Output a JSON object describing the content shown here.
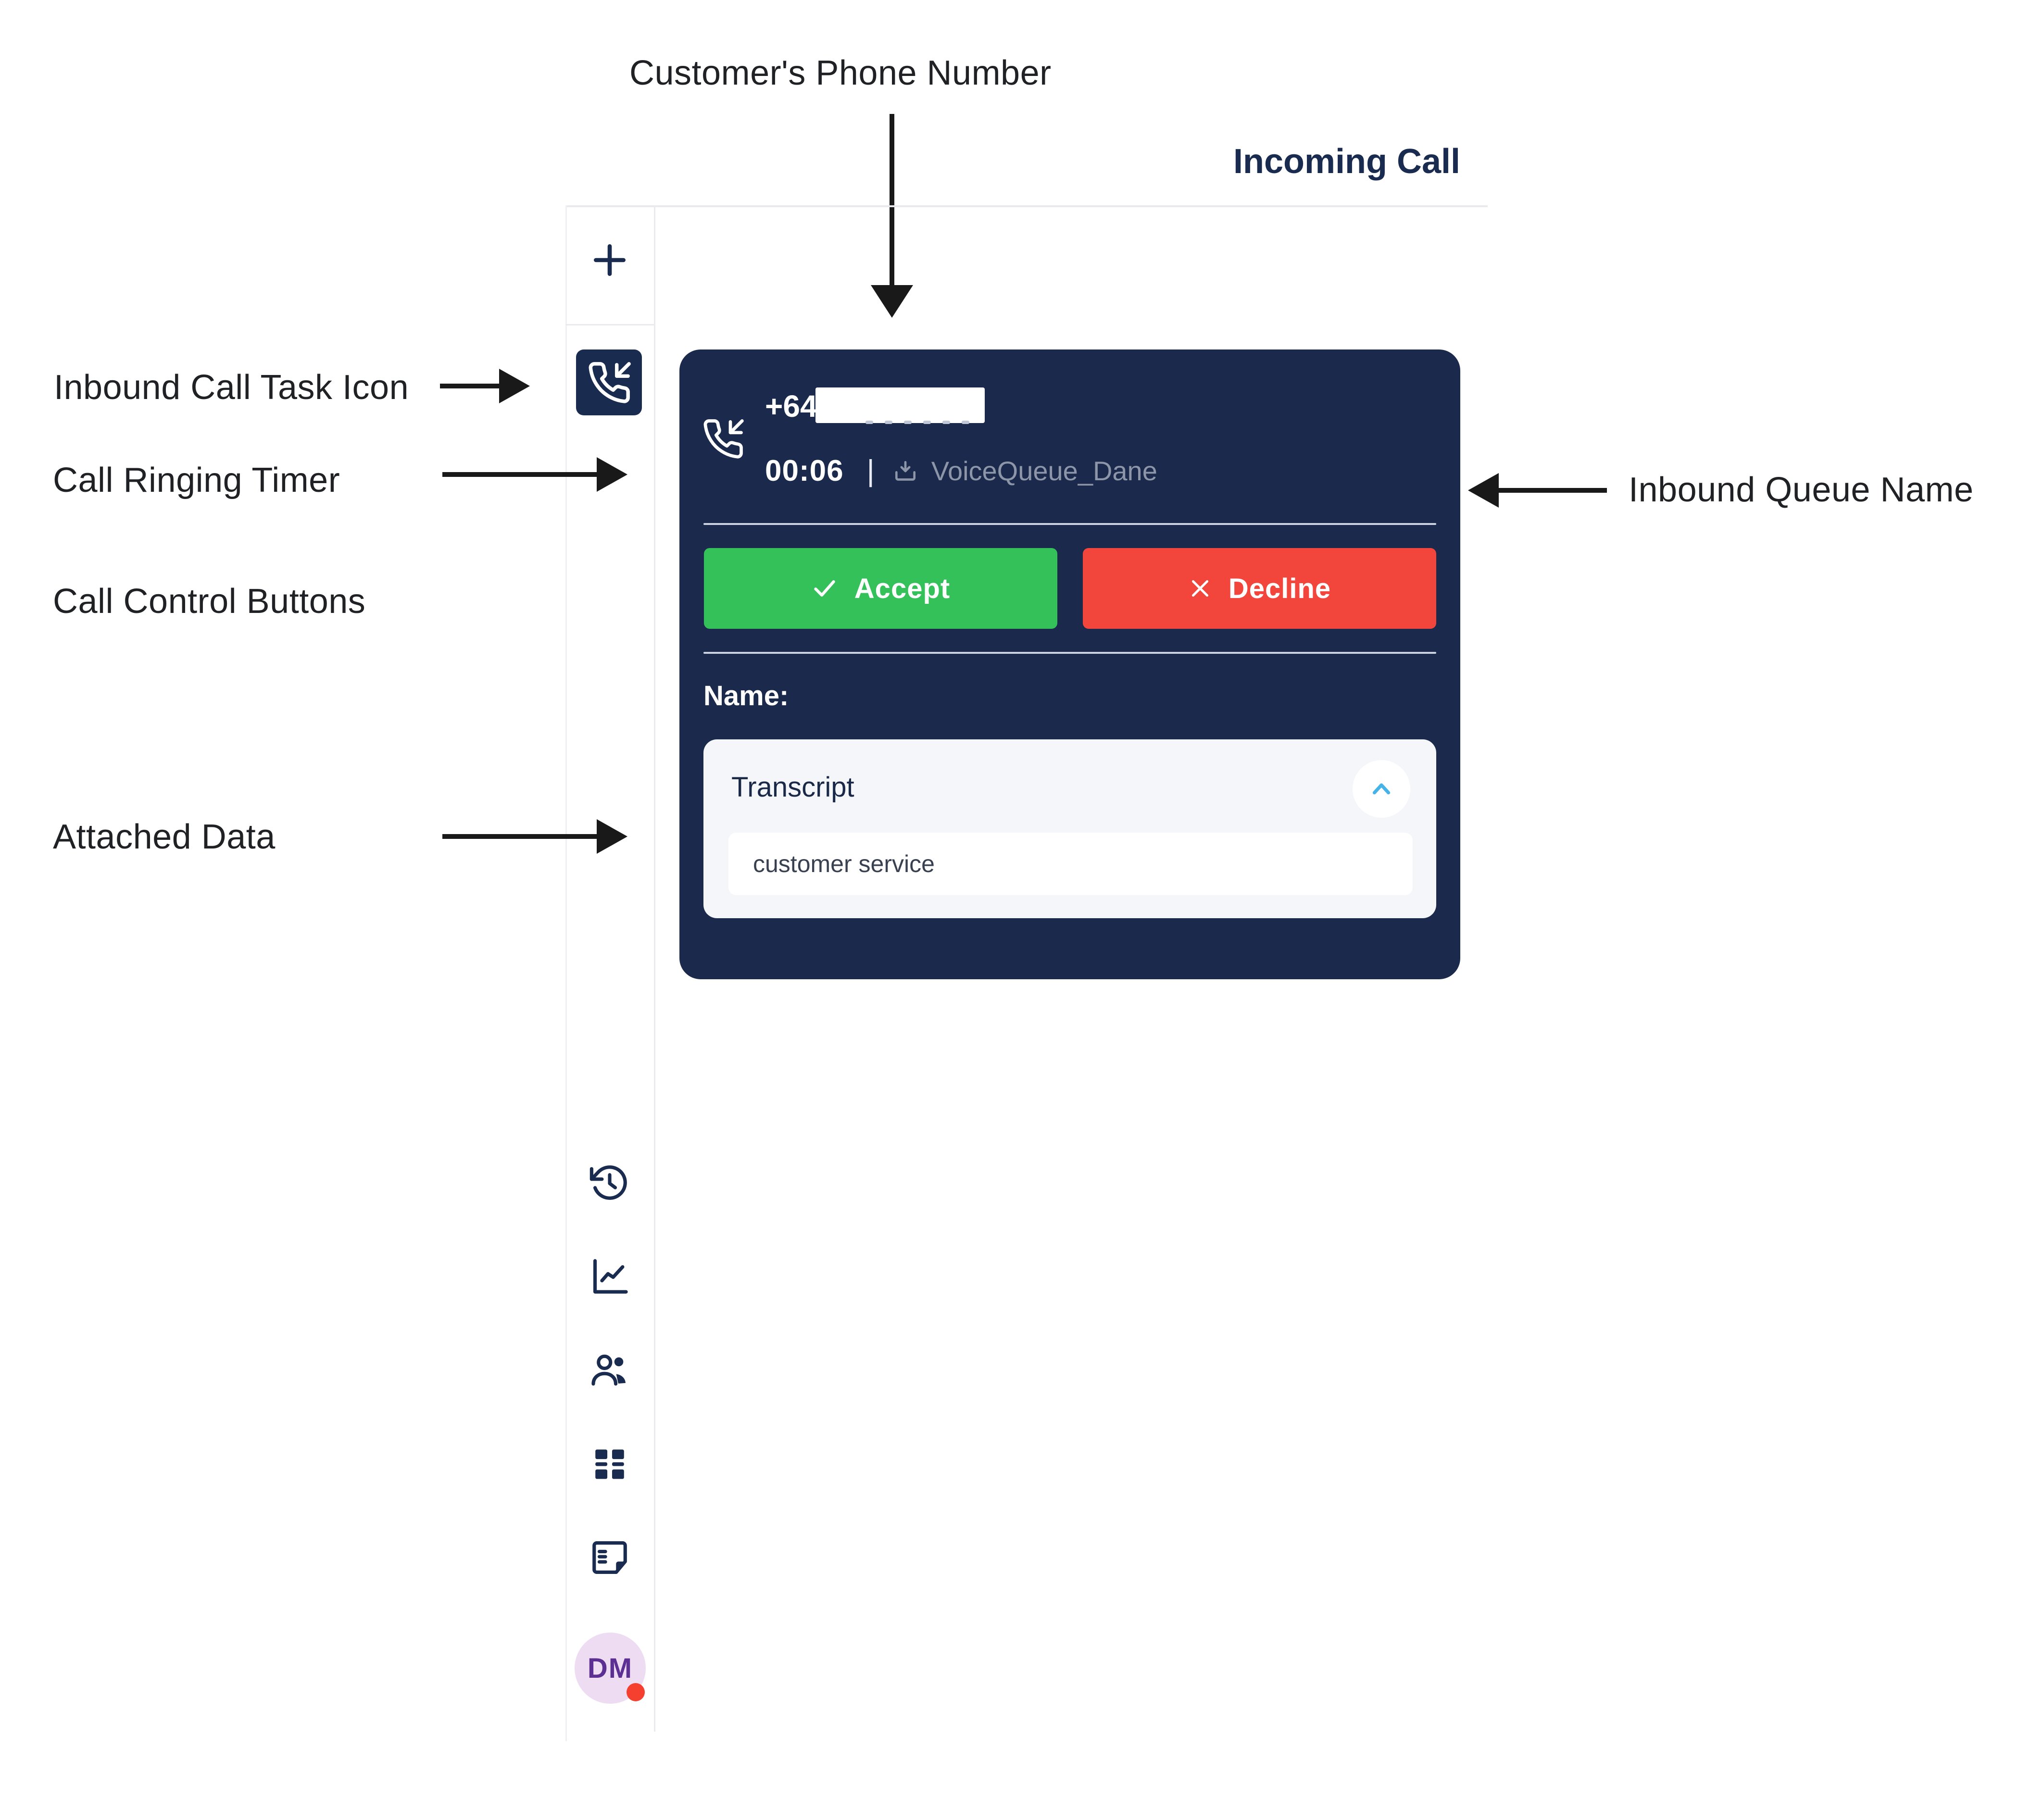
{
  "annotations": {
    "customer_phone": "Customer's Phone Number",
    "inbound_task": "Inbound Call Task Icon",
    "ringing_timer": "Call Ringing Timer",
    "call_controls": "Call Control Buttons",
    "attached_data": "Attached Data",
    "inbound_queue": "Inbound Queue Name"
  },
  "header": {
    "title": "Incoming Call"
  },
  "sidebar": {
    "icons": [
      "plus-icon",
      "inbound-call-task-icon",
      "history-icon",
      "line-chart-icon",
      "agents-icon",
      "queues-grid-icon",
      "notes-icon"
    ],
    "avatar": {
      "initials": "DM",
      "status_color": "#f6402f"
    }
  },
  "call_card": {
    "phone_prefix": "+64",
    "timer": "00:06",
    "separator": "|",
    "queue_icon": "download-queue-icon",
    "queue_name": "VoiceQueue_Dane",
    "accept_label": "Accept",
    "decline_label": "Decline",
    "name_label": "Name:",
    "transcript": {
      "title": "Transcript",
      "value": "customer service",
      "collapse_icon": "chevron-up-icon"
    }
  },
  "colors": {
    "navy": "#1a2b50",
    "card_bg": "#1b2a4c",
    "accept_green": "#35c15a",
    "decline_red": "#f2453c",
    "queue_text_gray": "#8d96a8",
    "chevron_blue": "#45b3e7",
    "avatar_bg": "#eddcf2",
    "avatar_text": "#5c2f92",
    "status_dot": "#f6402f",
    "panel_bg": "#f5f6fa",
    "divider_gray": "#e8eaee"
  }
}
